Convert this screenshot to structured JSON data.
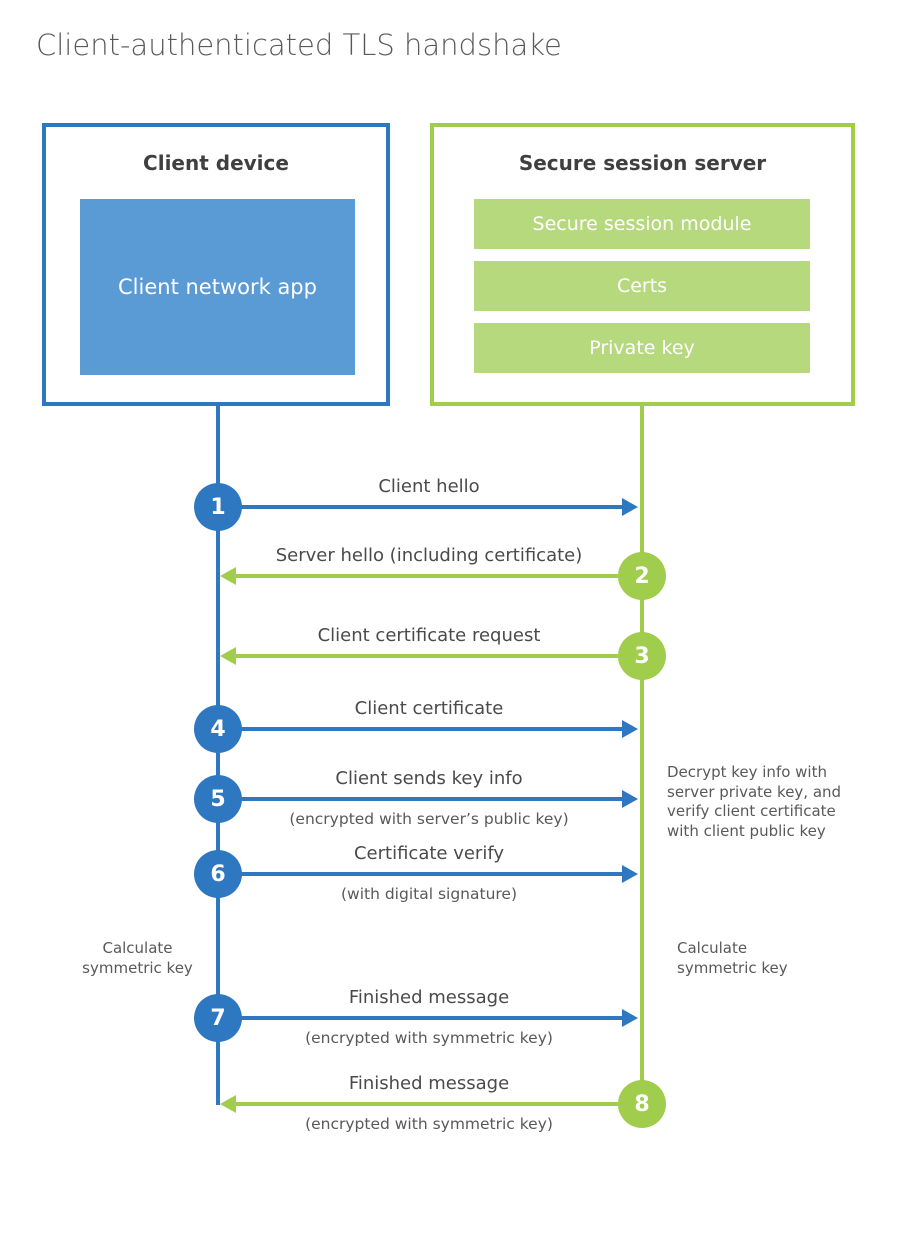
{
  "title": "Client-authenticated TLS handshake",
  "colors": {
    "blue_accent": "#2e78c1",
    "blue_fill": "#5b9bd5",
    "green_accent": "#a0cd4c",
    "green_fill": "#b7d97e",
    "heading_text": "#3f3f3f",
    "label_text": "#4a4a4a",
    "note_text": "#595959",
    "white_text": "#ffffff"
  },
  "client_box": {
    "title": "Client device",
    "module": "Client network app"
  },
  "server_box": {
    "title": "Secure session server",
    "modules": [
      "Secure session module",
      "Certs",
      "Private key"
    ]
  },
  "steps": [
    {
      "num": "1",
      "label": "Client hello",
      "sublabel": "",
      "direction": "right",
      "color": "blue"
    },
    {
      "num": "2",
      "label": "Server hello (including certificate)",
      "sublabel": "",
      "direction": "left",
      "color": "green"
    },
    {
      "num": "3",
      "label": "Client certificate request",
      "sublabel": "",
      "direction": "left",
      "color": "green"
    },
    {
      "num": "4",
      "label": "Client certificate",
      "sublabel": "",
      "direction": "right",
      "color": "blue"
    },
    {
      "num": "5",
      "label": "Client sends key info",
      "sublabel": "(encrypted with server’s public key)",
      "direction": "right",
      "color": "blue"
    },
    {
      "num": "6",
      "label": "Certificate verify",
      "sublabel": "(with digital signature)",
      "direction": "right",
      "color": "blue"
    },
    {
      "num": "7",
      "label": "Finished message",
      "sublabel": "(encrypted with symmetric key)",
      "direction": "right",
      "color": "blue"
    },
    {
      "num": "8",
      "label": "Finished message",
      "sublabel": "(encrypted with symmetric key)",
      "direction": "left",
      "color": "green"
    }
  ],
  "annotations": {
    "server_note": "Decrypt key info with server private key, and verify client certificate with client public key",
    "client_calc": "Calculate symmetric key",
    "server_calc": "Calculate symmetric key"
  }
}
